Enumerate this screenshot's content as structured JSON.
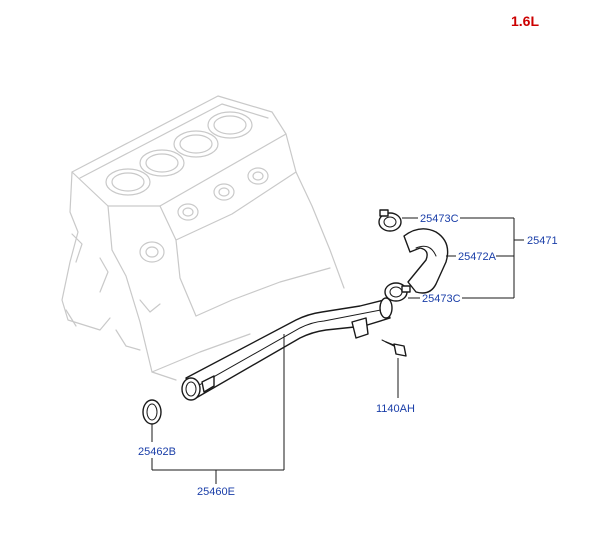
{
  "engine_label": "1.6L",
  "colors": {
    "engine_label": "#cc0000",
    "part_number": "#1a3ea8",
    "engine_outline": "#c9c9c9",
    "part_outline": "#1a1a1a"
  },
  "parts": {
    "clamp_upper": "25473C",
    "hose": "25472A",
    "clamp_lower": "25473C",
    "hose_assembly": "25471",
    "bolt": "1140AH",
    "o_ring": "25462B",
    "pipe": "25460E"
  }
}
